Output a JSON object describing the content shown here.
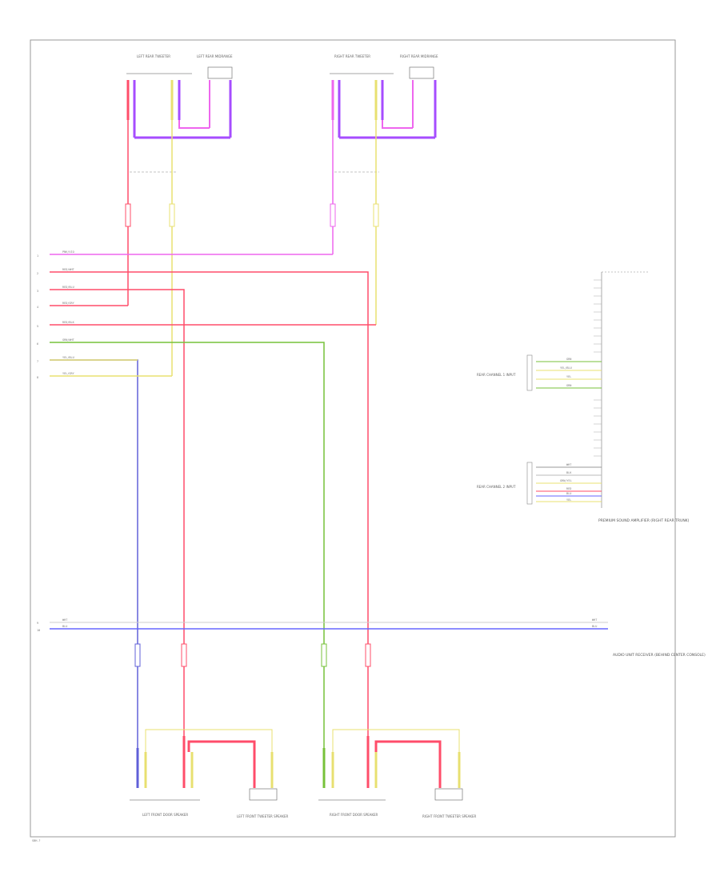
{
  "diagram": {
    "footer_code": "SBH-?",
    "colors": {
      "pink": "#ee66ee",
      "purple": "#a64dff",
      "red": "#ff4d6a",
      "yellow": "#e8e070",
      "green": "#77c23a",
      "blue": "#6666ff",
      "violet_blue": "#6060d8"
    },
    "components": {
      "lr_tweeter": "LEFT REAR TWEETER",
      "lr_midrange": "LEFT REAR MIDRANGE",
      "rr_tweeter": "RIGHT REAR TWEETER",
      "rr_midrange": "RIGHT REAR MIDRANGE",
      "lf_door": "LEFT FRONT DOOR SPEAKER",
      "lf_tweeter": "LEFT FRONT TWEETER SPEAKER",
      "rf_door": "RIGHT FRONT DOOR SPEAKER",
      "rf_tweeter": "RIGHT FRONT TWEETER SPEAKER",
      "rear_channel_1": "REAR CHANNEL 1 INPUT",
      "rear_channel_2": "REAR CHANNEL 2 INPUT",
      "amp": "PREMIUM SOUND AMPLIFIER (RIGHT REAR TRUNK)",
      "radio": "AUDIO UNIT RECEIVER (BEHIND CENTER CONSOLE)"
    },
    "wires": [
      {
        "num": "1",
        "code": "PNK/VIO"
      },
      {
        "num": "2",
        "code": "RED/WHT"
      },
      {
        "num": "3",
        "code": "RED/BLU"
      },
      {
        "num": "4",
        "code": "RED/GRY"
      },
      {
        "num": "5",
        "code": "RED/BLK"
      },
      {
        "num": "6",
        "code": "GRN/WHT"
      },
      {
        "num": "7",
        "code": "YEL/BLU"
      },
      {
        "num": "8",
        "code": "YEL/GRY"
      }
    ],
    "bus": [
      {
        "num": "9",
        "code": "WHT",
        "right": "WHT"
      },
      {
        "num": "10",
        "code": "BLU",
        "right": "BLU"
      }
    ],
    "amp_ch1": [
      "GRN",
      "YEL/BLU",
      "YEL",
      "GRN"
    ],
    "amp_ch2": [
      "WHT",
      "BLK",
      "GRN/YEL",
      "RED",
      "BLU",
      "YEL"
    ]
  }
}
